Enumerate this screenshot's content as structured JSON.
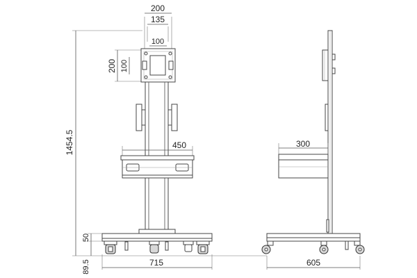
{
  "dimensions": {
    "top_width": "200",
    "bracket_width": "135",
    "inner_width": "100",
    "left_height": "200",
    "inner_height": "100",
    "shelf_width": "450",
    "total_height": "1454.5",
    "base_height": "50",
    "wheel_height": "89.5",
    "base_width": "715",
    "side_shelf_depth": "300",
    "side_base_depth": "605"
  }
}
